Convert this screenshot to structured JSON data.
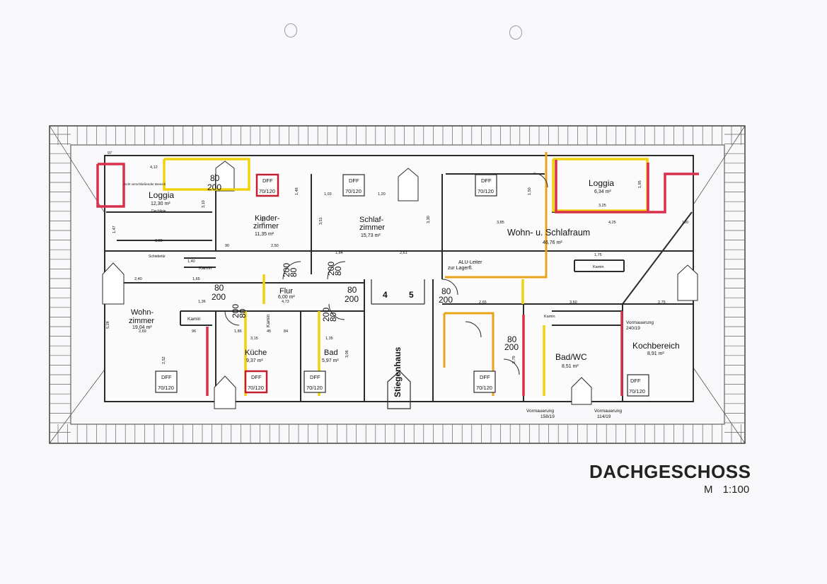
{
  "plan": {
    "title": "DACHGESCHOSS",
    "scale": "M 1:100"
  },
  "rooms": {
    "loggia_left": {
      "name": "Loggia",
      "area": "12,30 m²"
    },
    "kinderzimmer": {
      "name1": "Kinder-",
      "name2": "zimmer",
      "area": "11,35 m²"
    },
    "schlafzimmer": {
      "name1": "Schlaf-",
      "name2": "zimmer",
      "area": "15,73 m²"
    },
    "wohn_schlafraum": {
      "name": "Wohn- u. Schlafraum",
      "area": "46,76 m²"
    },
    "loggia_right": {
      "name": "Loggia",
      "area": "6,34 m²"
    },
    "flur": {
      "name": "Flur",
      "area": "6,00 m²"
    },
    "wohnzimmer": {
      "name1": "Wohn-",
      "name2": "zimmer",
      "area": "19,04 m²"
    },
    "kueche": {
      "name": "Küche",
      "area": "9,37 m²"
    },
    "bad": {
      "name": "Bad",
      "area": "5,97 m²"
    },
    "stiegenhaus": {
      "name": "Stiegenhaus"
    },
    "bad_wc": {
      "name": "Bad/WC",
      "area": "8,51 m²"
    },
    "kochbereich": {
      "name": "Kochbereich",
      "area": "8,91 m²"
    }
  },
  "windows": {
    "label": "DFF",
    "size": "70/120"
  },
  "doors": {
    "top": "80",
    "bottom": "200"
  },
  "labels": {
    "kamin": "Kamin",
    "alu_leiter_1": "ALU-Leiter",
    "alu_leiter_2": "zur Lagerfl.",
    "stair_4": "4",
    "stair_5": "5",
    "vormauerung": "Vormauerung",
    "vm_1": "240/19",
    "vm_2": "158/19",
    "vm_3": "114/19",
    "nicht_verschl": "nicht verschließender Bereich",
    "dachlinie": "Dachlinie",
    "schiebetuer": "Schiebetür"
  },
  "dimensions": {
    "d_97": "97",
    "d_412": "4,12",
    "d_380": "3,80",
    "d_140": "1,40",
    "d_165": "1,65",
    "d_240": "2,40",
    "d_136": "1,36",
    "d_473": "4,73",
    "d_96": "96",
    "d_186": "1,86",
    "d_315": "3,15",
    "d_45": "45",
    "d_84": "84",
    "d_135": "1,35",
    "d_269": "2,69",
    "d_90": "90",
    "d_250": "2,50",
    "d_103": "1,03",
    "d_120": "1,20",
    "d_184": "1,84",
    "d_261": "2,61",
    "d_385": "3,85",
    "d_425": "4,25",
    "d_100": "100",
    "d_325": "3,25",
    "d_175": "1,75",
    "d_265": "2,65",
    "d_360": "3,60",
    "d_275": "2,75",
    "d_351": "3,51",
    "d_330": "3,30",
    "d_310": "3,10",
    "d_147": "1,47",
    "d_148": "1,48",
    "d_150": "1,50",
    "d_195": "1,95",
    "d_528": "5,28",
    "d_252": "2,52",
    "d_306": "3,06",
    "d_279": "2,79"
  },
  "colors": {
    "wall": "#2b2b2b",
    "yellow": "#f1d20a",
    "orange": "#e8a317",
    "red": "#d8304a",
    "grid": "#555555"
  }
}
